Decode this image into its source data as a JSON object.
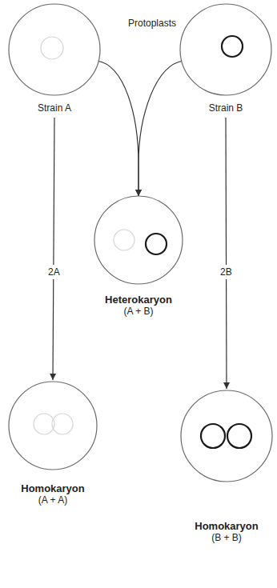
{
  "diagram": {
    "nodes": [
      {
        "text": [
          "Strain A"
        ]
      },
      {
        "text": [
          "Strain B"
        ]
      },
      {
        "text": [
          "Heterokaryon",
          "(A + B)"
        ]
      },
      {
        "text": [
          "Homokaryon",
          "(A + A)"
        ]
      },
      {
        "text": [
          "Homokaryon",
          "(B + B)"
        ]
      }
    ],
    "edges": [
      {
        "from": 0,
        "to": 2,
        "arrow": "to"
      },
      {
        "from": 1,
        "to": 2,
        "arrow": "to"
      },
      {
        "from": 0,
        "to": 3,
        "label": "2A",
        "arrow": "to"
      },
      {
        "from": 1,
        "to": 4,
        "label": "2B",
        "arrow": "to"
      }
    ],
    "labels": [
      "Protoplasts"
    ]
  }
}
